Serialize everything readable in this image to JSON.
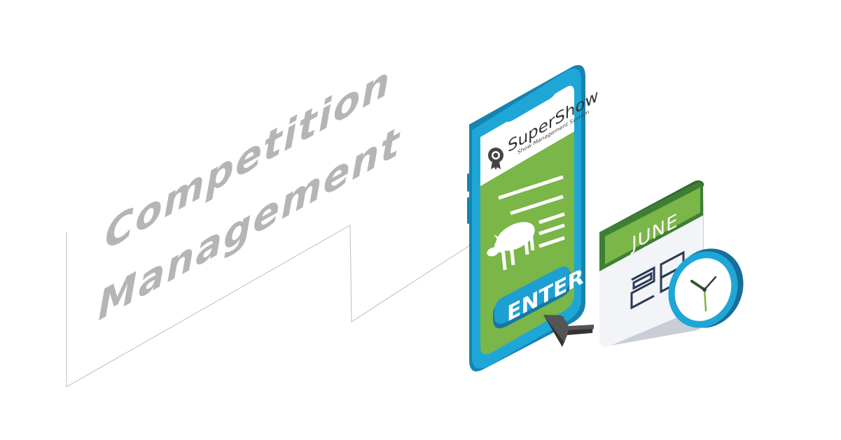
{
  "headline": {
    "line1": "Competition",
    "line2": "Management"
  },
  "phone": {
    "brand_name": "SuperShow",
    "brand_tagline": "Show Management System",
    "enter_label": "ENTER",
    "icons": {
      "badge": "award-badge-icon",
      "animal": "sheep-icon",
      "cursor": "arrow-cursor-icon"
    }
  },
  "calendar": {
    "month": "JUNE",
    "day": "28",
    "icon": "calendar-icon"
  },
  "clock": {
    "icon": "clock-icon"
  },
  "colors": {
    "headline_gray": "#b5b5b5",
    "phone_blue": "#1ea7d6",
    "screen_green": "#7ab648",
    "calendar_green": "#3f7f35",
    "enter_button_blue": "#1d9fd2",
    "clock_blue": "#1c8fc2",
    "line_gray": "#c8c8c8"
  }
}
